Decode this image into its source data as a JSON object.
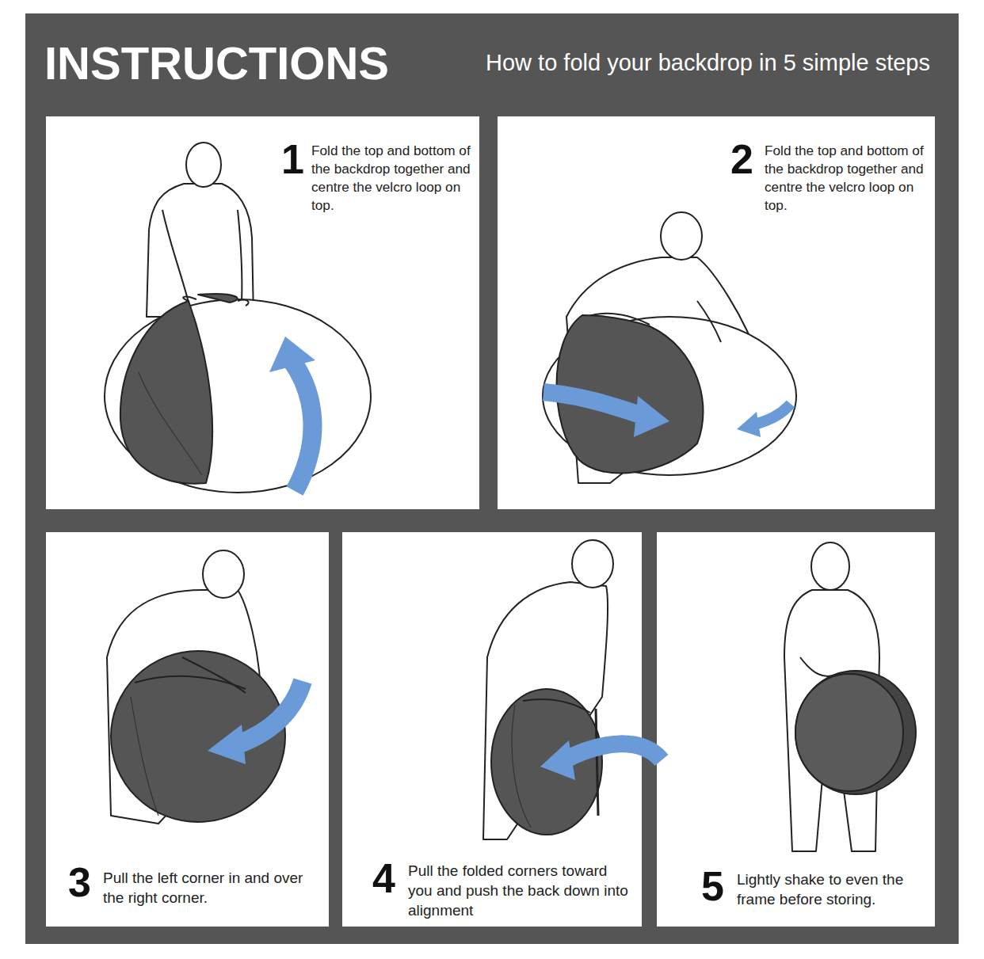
{
  "diagram": {
    "title": "INSTRUCTIONS",
    "nodes": [
      {
        "text": [
          "1",
          "Fold the top and bottom of the backdrop together and centre the velcro loop on top."
        ]
      },
      {
        "text": [
          "2",
          "Fold the top and bottom of the backdrop together and centre the velcro loop on top."
        ]
      },
      {
        "text": [
          "3",
          "Pull the left corner in and over the right corner."
        ]
      },
      {
        "text": [
          "4",
          "Pull the folded corners toward you and push the back down into alignment"
        ]
      },
      {
        "text": [
          "5",
          "Lightly shake to even the frame before storing."
        ]
      }
    ],
    "labels": [
      "How to fold your backdrop in 5 simple steps"
    ]
  }
}
